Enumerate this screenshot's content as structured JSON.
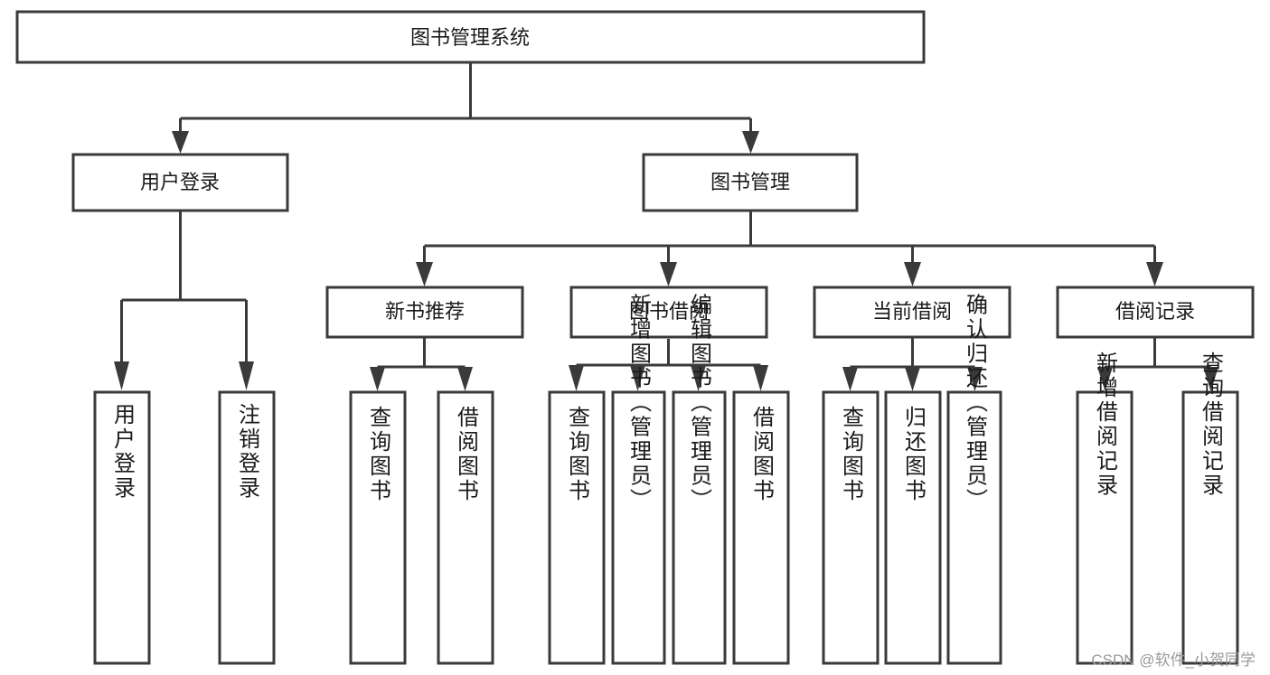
{
  "diagram": {
    "type": "tree-hierarchy-chart",
    "title": "图书管理系统",
    "watermark": "CSDN @软件_小贺同学",
    "colors": {
      "stroke": "#3a3a3a",
      "fill": "#ffffff",
      "text": "#1a1a1a",
      "watermark": "#9a9a9a"
    },
    "levels": {
      "root": {
        "label": "图书管理系统"
      },
      "level2": [
        {
          "label": "用户登录"
        },
        {
          "label": "图书管理"
        }
      ],
      "level3": [
        {
          "label": "新书推荐"
        },
        {
          "label": "图书借阅"
        },
        {
          "label": "当前借阅"
        },
        {
          "label": "借阅记录"
        }
      ],
      "leaves": [
        {
          "label": "用户登录"
        },
        {
          "label": "注销登录"
        },
        {
          "label": "查询图书"
        },
        {
          "label": "借阅图书"
        },
        {
          "label": "查询图书"
        },
        {
          "label": "新增图书（管理员）"
        },
        {
          "label": "编辑图书（管理员）"
        },
        {
          "label": "借阅图书"
        },
        {
          "label": "查询图书"
        },
        {
          "label": "归还图书"
        },
        {
          "label": "确认归还（管理员）"
        },
        {
          "label": "新增借阅记录"
        },
        {
          "label": "查询借阅记录"
        }
      ]
    },
    "edges": [
      {
        "from": "图书管理系统",
        "to": "用户登录"
      },
      {
        "from": "图书管理系统",
        "to": "图书管理"
      },
      {
        "from": "用户登录",
        "to": "用户登录"
      },
      {
        "from": "用户登录",
        "to": "注销登录"
      },
      {
        "from": "图书管理",
        "to": "新书推荐"
      },
      {
        "from": "图书管理",
        "to": "图书借阅"
      },
      {
        "from": "图书管理",
        "to": "当前借阅"
      },
      {
        "from": "图书管理",
        "to": "借阅记录"
      },
      {
        "from": "新书推荐",
        "to": "查询图书"
      },
      {
        "from": "新书推荐",
        "to": "借阅图书"
      },
      {
        "from": "图书借阅",
        "to": "查询图书"
      },
      {
        "from": "图书借阅",
        "to": "新增图书（管理员）"
      },
      {
        "from": "图书借阅",
        "to": "编辑图书（管理员）"
      },
      {
        "from": "图书借阅",
        "to": "借阅图书"
      },
      {
        "from": "当前借阅",
        "to": "查询图书"
      },
      {
        "from": "当前借阅",
        "to": "归还图书"
      },
      {
        "from": "当前借阅",
        "to": "确认归还（管理员）"
      },
      {
        "from": "借阅记录",
        "to": "新增借阅记录"
      },
      {
        "from": "借阅记录",
        "to": "查询借阅记录"
      }
    ]
  }
}
